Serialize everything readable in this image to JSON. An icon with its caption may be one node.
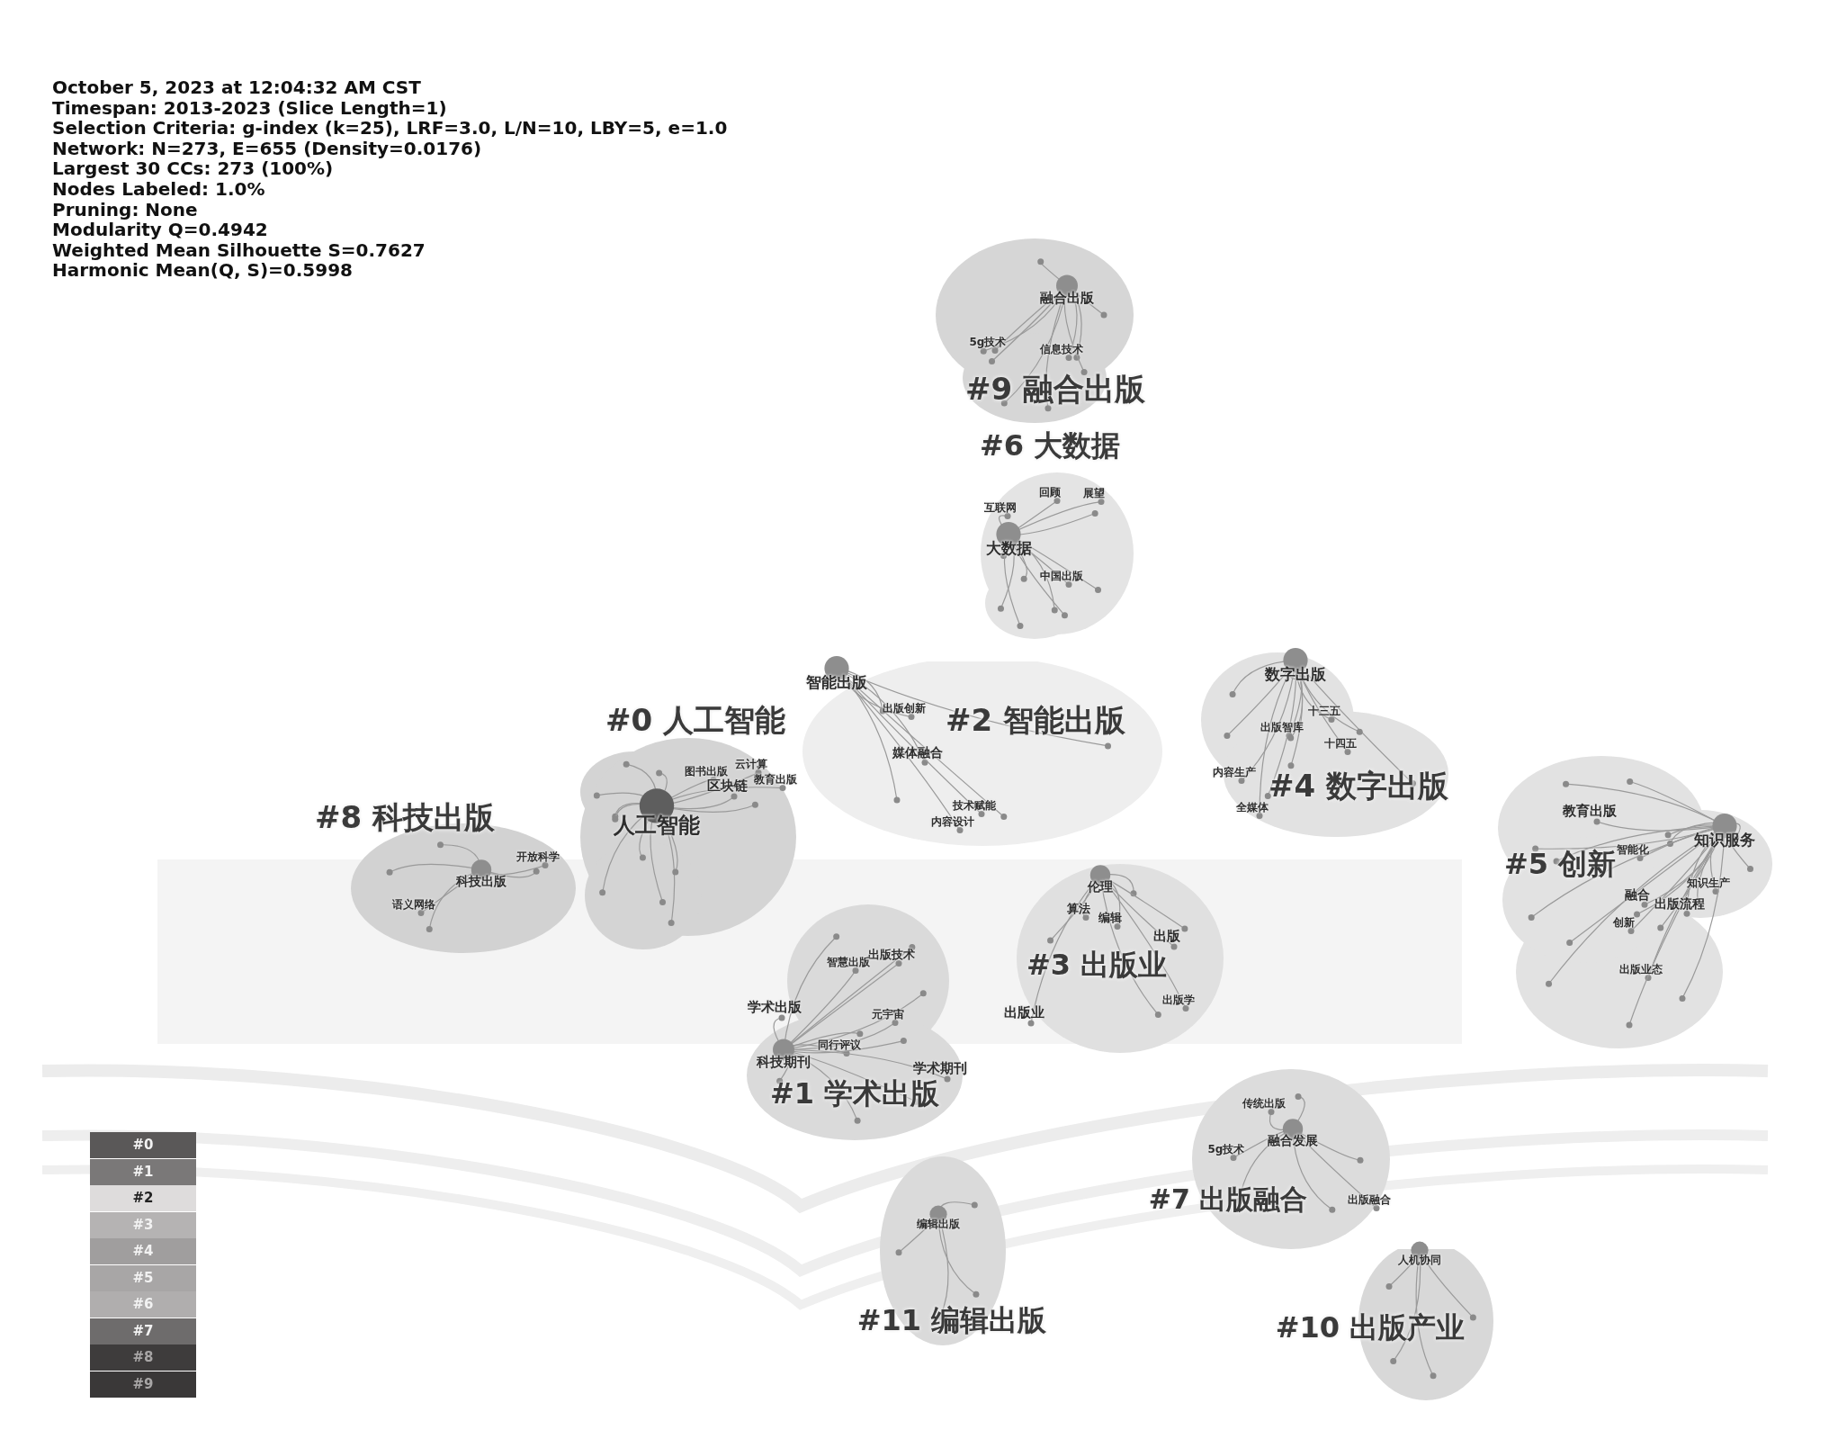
{
  "diagram": {
    "nodes": [
      {
        "text": [
          "融合出版",
          "5g技术",
          "信息技术",
          "#9 融合出版"
        ]
      },
      {
        "text": [
          "#6 大数据",
          "回顾",
          "展望",
          "互联网",
          "大数据",
          "中国出版"
        ]
      },
      {
        "text": [
          "智能出版",
          "出版创新",
          "#2 智能出版",
          "媒体融合",
          "技术赋能",
          "内容设计"
        ]
      },
      {
        "text": [
          "#0 人工智能",
          "云计算",
          "图书出版",
          "教育出版",
          "区块链",
          "人工智能"
        ]
      },
      {
        "text": [
          "数字出版",
          "十三五",
          "出版智库",
          "十四五",
          "内容生产",
          "#4 数字出版",
          "全媒体"
        ]
      },
      {
        "text": [
          "#8 科技出版",
          "开放科学",
          "科技出版",
          "语义网络"
        ]
      },
      {
        "text": [
          "教育出版",
          "知识服务",
          "智能化",
          "#5 创新",
          "知识生产",
          "融合",
          "出版流程",
          "创新",
          "出版业态"
        ]
      },
      {
        "text": [
          "伦理",
          "算法",
          "编辑",
          "出版",
          "#3 出版业",
          "出版学",
          "出版业"
        ]
      },
      {
        "text": [
          "出版技术",
          "智慧出版",
          "学术出版",
          "元宇宙",
          "同行评议",
          "科技期刊",
          "学术期刊",
          "#1 学术出版"
        ]
      },
      {
        "text": [
          "传统出版",
          "融合发展",
          "5g技术",
          "#7 出版融合",
          "出版融合"
        ]
      },
      {
        "text": [
          "编辑出版",
          "#11 编辑出版"
        ]
      },
      {
        "text": [
          "人机协同",
          "#10 出版产业"
        ]
      }
    ],
    "labels": [
      "October 5, 2023 at 12:04:32 AM CST",
      "Timespan: 2013-2023 (Slice Length=1)",
      "Selection Criteria: g-index (k=25), LRF=3.0, L/N=10, LBY=5, e=1.0",
      "Network: N=273, E=655 (Density=0.0176)",
      "Largest 30 CCs: 273 (100%)",
      "Nodes Labeled: 1.0%",
      "Pruning: None",
      "Modularity Q=0.4942",
      "Weighted Mean Silhouette S=0.7627",
      "Harmonic Mean(Q, S)=0.5998"
    ],
    "legend": [
      {
        "text": "#0",
        "color": "#5a5858"
      },
      {
        "text": "#1",
        "color": "#7a7878"
      },
      {
        "text": "#2",
        "color": "#dedcdc"
      },
      {
        "text": "#3",
        "color": "#b5b3b3"
      },
      {
        "text": "#4",
        "color": "#a09e9e"
      },
      {
        "text": "#5",
        "color": "#a8a6a6"
      },
      {
        "text": "#6",
        "color": "#b0aeae"
      },
      {
        "text": "#7",
        "color": "#6e6c6c"
      },
      {
        "text": "#8",
        "color": "#3e3c3c"
      },
      {
        "text": "#9",
        "color": "#3a3838"
      }
    ]
  }
}
